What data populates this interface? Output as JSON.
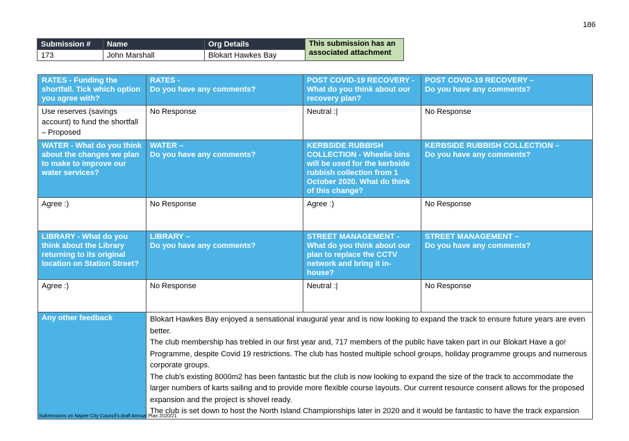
{
  "page_number": "186",
  "submission": {
    "headers": [
      "Submission #",
      "Name",
      "Org Details"
    ],
    "values": [
      "173",
      "John Marshall",
      "Blokart Hawkes Bay"
    ],
    "attachment_note": "This submission has an associated attachment"
  },
  "rows": [
    {
      "questions": [
        {
          "head": "RATES",
          "sub": " - Funding the shortfall. Tick which option you agree with?"
        },
        {
          "head": "RATES -",
          "sub": "Do you have any comments?"
        },
        {
          "head": "POST COVID-19 RECOVERY -",
          "sub": "What do you think about our recovery plan?"
        },
        {
          "head": "POST COVID-19 RECOVERY –",
          "sub": "Do you have any comments?"
        }
      ],
      "answers": [
        "Use reserves (savings account) to fund the shortfall – Proposed",
        "No Response",
        "Neutral :|",
        "No Response"
      ]
    },
    {
      "questions": [
        {
          "head": "WATER",
          "sub": " - What do you think about the changes we plan to make to improve our water services?"
        },
        {
          "head": "WATER –",
          "sub": "Do you have any comments?"
        },
        {
          "head": "KERBSIDE RUBBISH COLLECTION",
          "sub": " - Wheelie bins will be used for the kerbside rubbish collection from 1 October 2020. What do think of this change?"
        },
        {
          "head": "KERBSIDE RUBBISH COLLECTION –",
          "sub": "Do you have any comments?"
        }
      ],
      "answers": [
        "Agree :)",
        "No Response",
        "Agree :)",
        "No Response"
      ]
    },
    {
      "questions": [
        {
          "head": "LIBRARY",
          "sub": " - What do you think about the Library returning to its original location on Station Street?"
        },
        {
          "head": "LIBRARY –",
          "sub": "Do you have any comments?"
        },
        {
          "head": "STREET MANAGEMENT",
          "sub": " - What do you think about our plan to replace the CCTV network and bring it in-house?"
        },
        {
          "head": "STREET MANAGEMENT –",
          "sub": "Do you have any comments?"
        }
      ],
      "answers": [
        "Agree :)",
        "No Response",
        "Neutral :|",
        "No Response"
      ]
    }
  ],
  "feedback": {
    "label": "Any other feedback",
    "paragraphs": [
      "Blokart Hawkes Bay enjoyed a sensational inaugural year and is now looking to expand the track to ensure future years are even better.",
      "The club membership has trebled in our first year and,  717 members of the public have taken part in our Blokart Have a go! Programme, despite Covid 19 restrictions. The club has hosted multiple school groups, holiday programme groups and numerous corporate groups.",
      "The club's existing 8000m2 has been fantastic but the club is now looking to expand the size of the track to accommodate the larger numbers of karts sailing and to provide more flexible course layouts.  Our current resource consent allows for the proposed expansion and the project is shovel ready.",
      "The club is set down to host the North Island Championships later in 2020 and it would be fantastic to have the track expansion"
    ]
  },
  "footer": "Submissions on Napier City Council's draft Annual Plan 2020/21"
}
